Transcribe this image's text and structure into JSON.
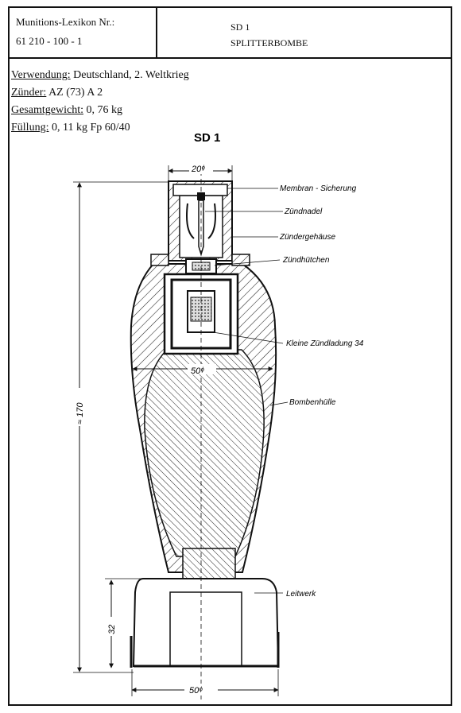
{
  "header": {
    "lexicon_label": "Munitions-Lexikon Nr.:",
    "lexicon_number": "61 210 - 100 - 1",
    "designation": "SD 1",
    "type": "SPLITTERBOMBE"
  },
  "info": {
    "usage_label": "Verwendung:",
    "usage_value": "Deutschland, 2. Weltkrieg",
    "fuze_label": "Zünder:",
    "fuze_value": "AZ (73) A 2",
    "weight_label": "Gesamtgewicht:",
    "weight_value": "0, 76 kg",
    "fill_label": "Füllung:",
    "fill_value": "0, 11 kg  Fp 60/40"
  },
  "drawing": {
    "title": "SD 1",
    "labels": {
      "membran": "Membran - Sicherung",
      "zuendnadel": "Zündnadel",
      "zuendergehaeuse": "Zündergehäuse",
      "zuendhuetchen": "Zündhütchen",
      "zuendladung": "Kleine Zündladung 34",
      "bombenhuelle": "Bombenhülle",
      "leitwerk": "Leitwerk"
    },
    "dims": {
      "fuze_diameter": "20ᶲ",
      "body_diameter": "50ᶲ",
      "tail_diameter": "50ᶲ",
      "total_length": "≈ 170",
      "tail_length": "32"
    }
  }
}
